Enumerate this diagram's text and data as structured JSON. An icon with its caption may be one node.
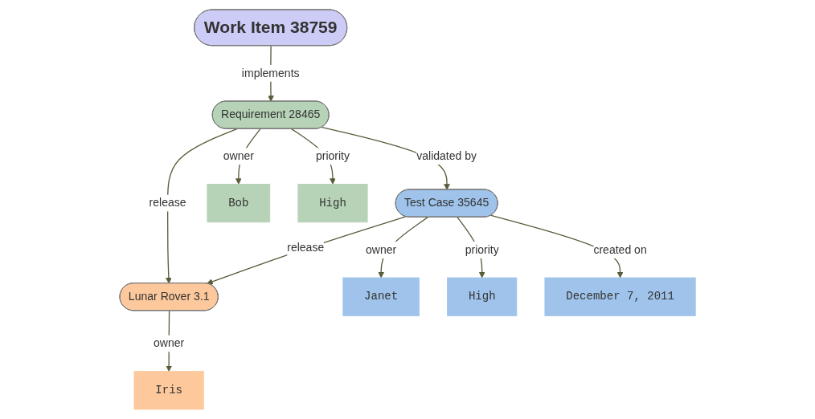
{
  "diagram": {
    "nodes": [
      {
        "text": [
          "Work Item 38759"
        ]
      },
      {
        "text": [
          "Requirement 28465"
        ]
      },
      {
        "text": [
          "Test Case 35645"
        ]
      },
      {
        "text": [
          "Lunar Rover 3.1"
        ]
      },
      {
        "text": [
          "Bob"
        ]
      },
      {
        "text": [
          "High"
        ]
      },
      {
        "text": [
          "Iris"
        ]
      },
      {
        "text": [
          "Janet"
        ]
      },
      {
        "text": [
          "High"
        ]
      },
      {
        "text": [
          "December 7, 2011"
        ]
      }
    ],
    "edges": [
      {
        "from": 0,
        "to": 1,
        "arrow": "to",
        "label": "implements"
      },
      {
        "from": 1,
        "to": 2,
        "arrow": "to",
        "label": "validated by"
      },
      {
        "from": 1,
        "to": 3,
        "arrow": "to",
        "label": "release"
      },
      {
        "from": 2,
        "to": 3,
        "arrow": "to",
        "label": "release"
      },
      {
        "from": 1,
        "to": 4,
        "arrow": "to",
        "label": "owner"
      },
      {
        "from": 1,
        "to": 5,
        "arrow": "to",
        "label": "priority"
      },
      {
        "from": 3,
        "to": 6,
        "arrow": "to",
        "label": "owner"
      },
      {
        "from": 2,
        "to": 7,
        "arrow": "to",
        "label": "owner"
      },
      {
        "from": 2,
        "to": 8,
        "arrow": "to",
        "label": "priority"
      },
      {
        "from": 2,
        "to": 9,
        "arrow": "to",
        "label": "created on"
      }
    ]
  }
}
